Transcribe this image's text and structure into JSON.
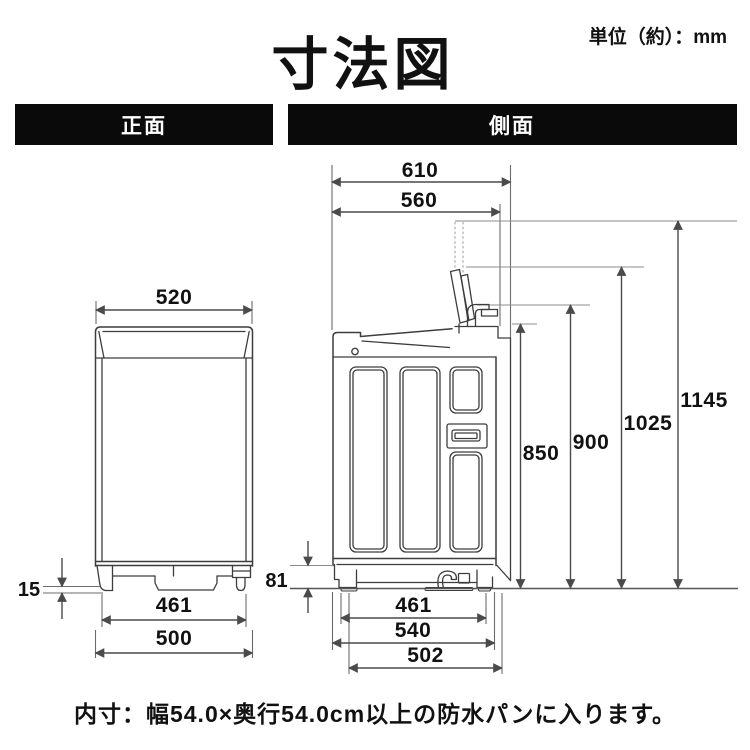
{
  "header": {
    "title": "寸法図",
    "unit_note": "単位（約）：mm"
  },
  "sections": {
    "front": {
      "label": "正面"
    },
    "side": {
      "label": "側面"
    }
  },
  "front_view": {
    "dimensions": {
      "top_width": "520",
      "base_clearance": "15",
      "foot_span": "461",
      "body_width": "500"
    }
  },
  "side_view": {
    "dimensions": {
      "depth_with_lid": "610",
      "body_depth": "560",
      "body_height": "850",
      "hose_height": "900",
      "lid_mid_height": "1025",
      "lid_open_height": "1145",
      "base_height": "81",
      "foot_span": "461",
      "floor_depth": "540",
      "base_depth": "502"
    }
  },
  "footer": {
    "note": "内寸：幅54.0×奥行54.0cm以上の防水パンに入ります。"
  }
}
